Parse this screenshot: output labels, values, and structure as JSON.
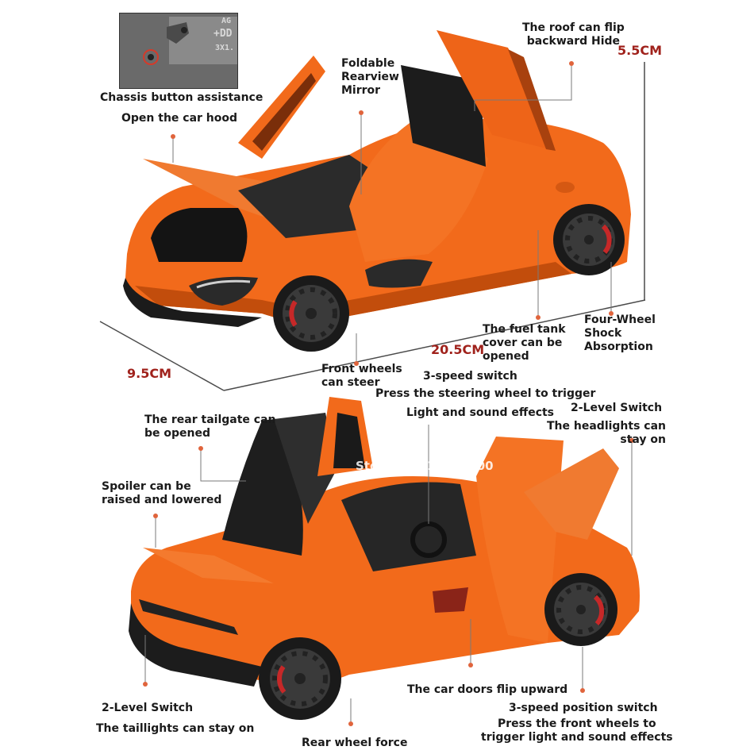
{
  "labels": {
    "chassis_button": "Chassis button assistance",
    "open_hood": "Open the car hood",
    "foldable_mirror": "Foldable\nRearview\nMirror",
    "roof_flip": "The roof can flip\nbackward Hide",
    "four_wheel_shock": "Four-Wheel\nShock\nAbsorption",
    "fuel_tank": "The fuel tank\ncover can be\nopened",
    "front_wheels_steer": "Front wheels\ncan steer",
    "three_speed_switch": "3-speed switch",
    "press_steering": "Press the steering wheel to trigger",
    "light_sound": "Light and sound effects",
    "two_level_switch_top": "2-Level Switch",
    "headlights_stay": "The headlights can\nstay on",
    "rear_tailgate": "The rear tailgate can\nbe opened",
    "spoiler": "Spoiler can be\nraised and lowered",
    "two_level_switch_bottom": "2-Level Switch",
    "taillights_stay": "The taillights can stay on",
    "doors_flip": "The car doors flip upward",
    "three_speed_position": "3-speed position switch",
    "press_front_wheels": "Press the front wheels to\ntrigger light and sound effects",
    "rear_wheel_force": "Rear wheel force"
  },
  "dimensions": {
    "height": "5.5CM",
    "length": "20.5CM",
    "width": "9.5CM"
  },
  "watermark": "Store No.912543800",
  "inset_engraving": {
    "line1": "AG",
    "line2": "+DD",
    "line3": "3X1."
  },
  "colors": {
    "car_body": "#f26a1b",
    "car_dark": "#c24d0c",
    "accent_dim": "#a0221c",
    "leader_dot": "#e0643c"
  }
}
